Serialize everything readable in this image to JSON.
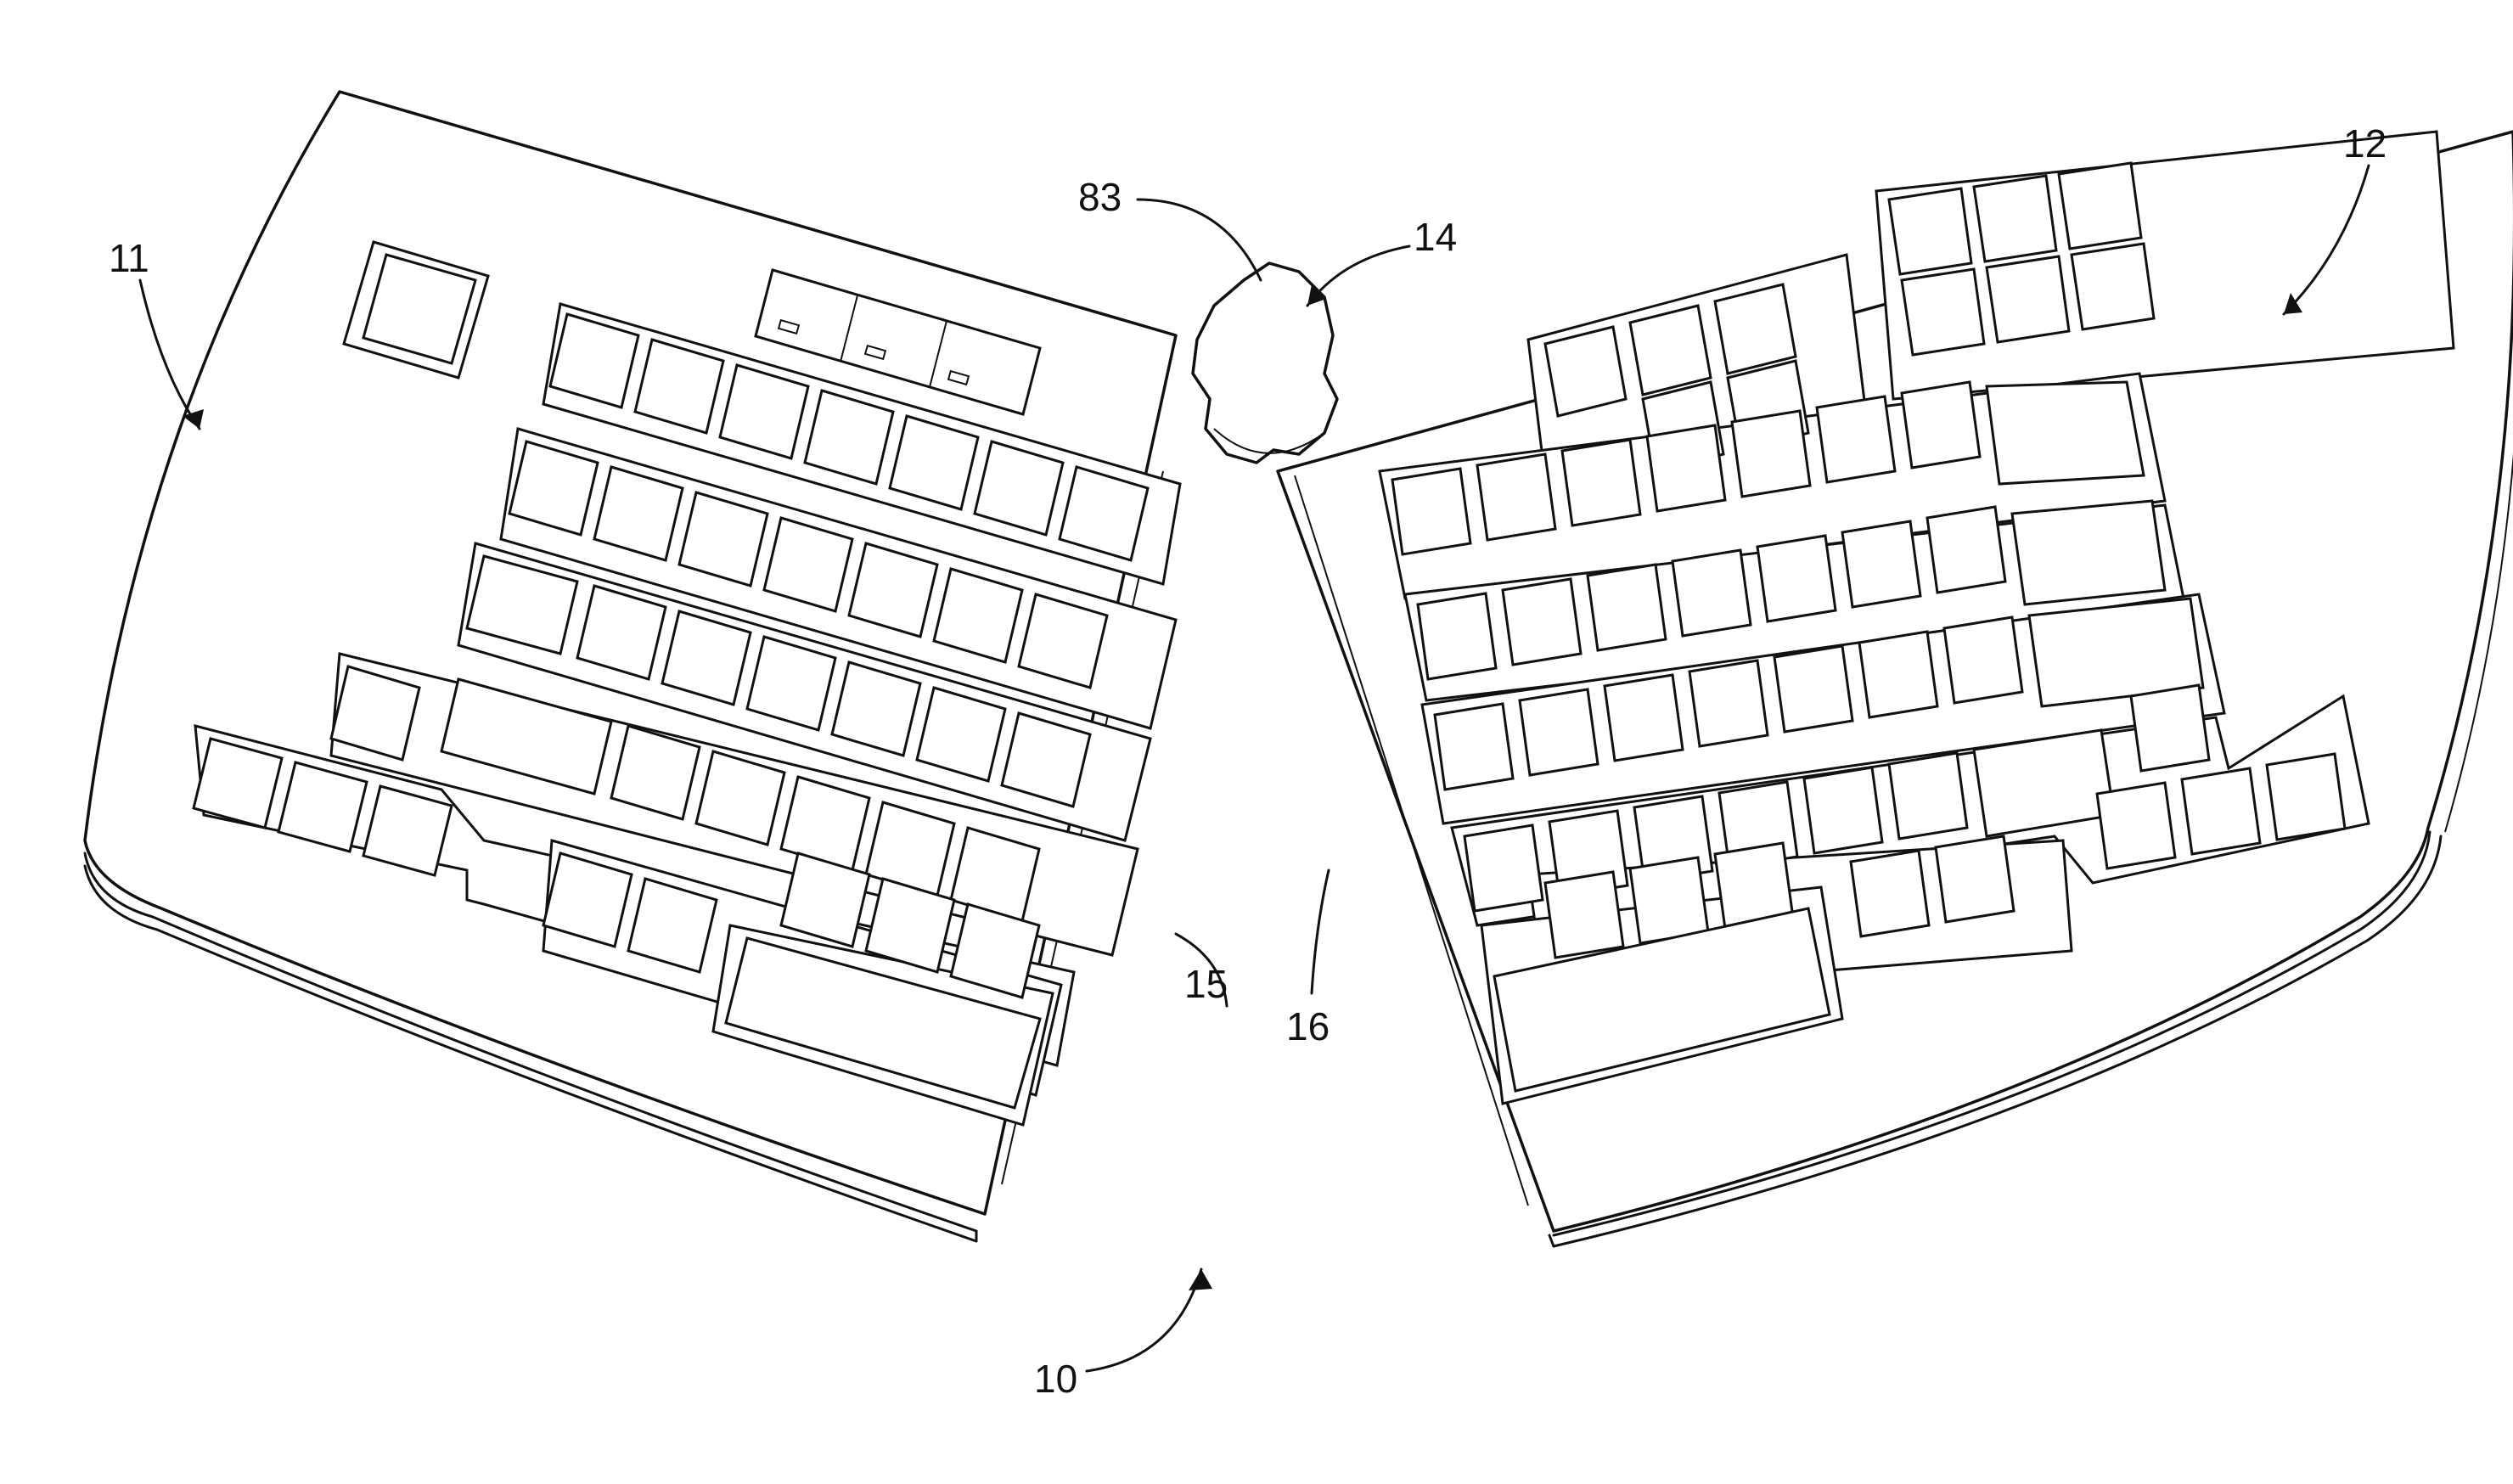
{
  "figure": {
    "labels": {
      "device": "10",
      "left_section": "11",
      "right_section": "12",
      "hinge": "14",
      "left_edge": "15",
      "right_edge": "16",
      "knob": "83"
    }
  }
}
